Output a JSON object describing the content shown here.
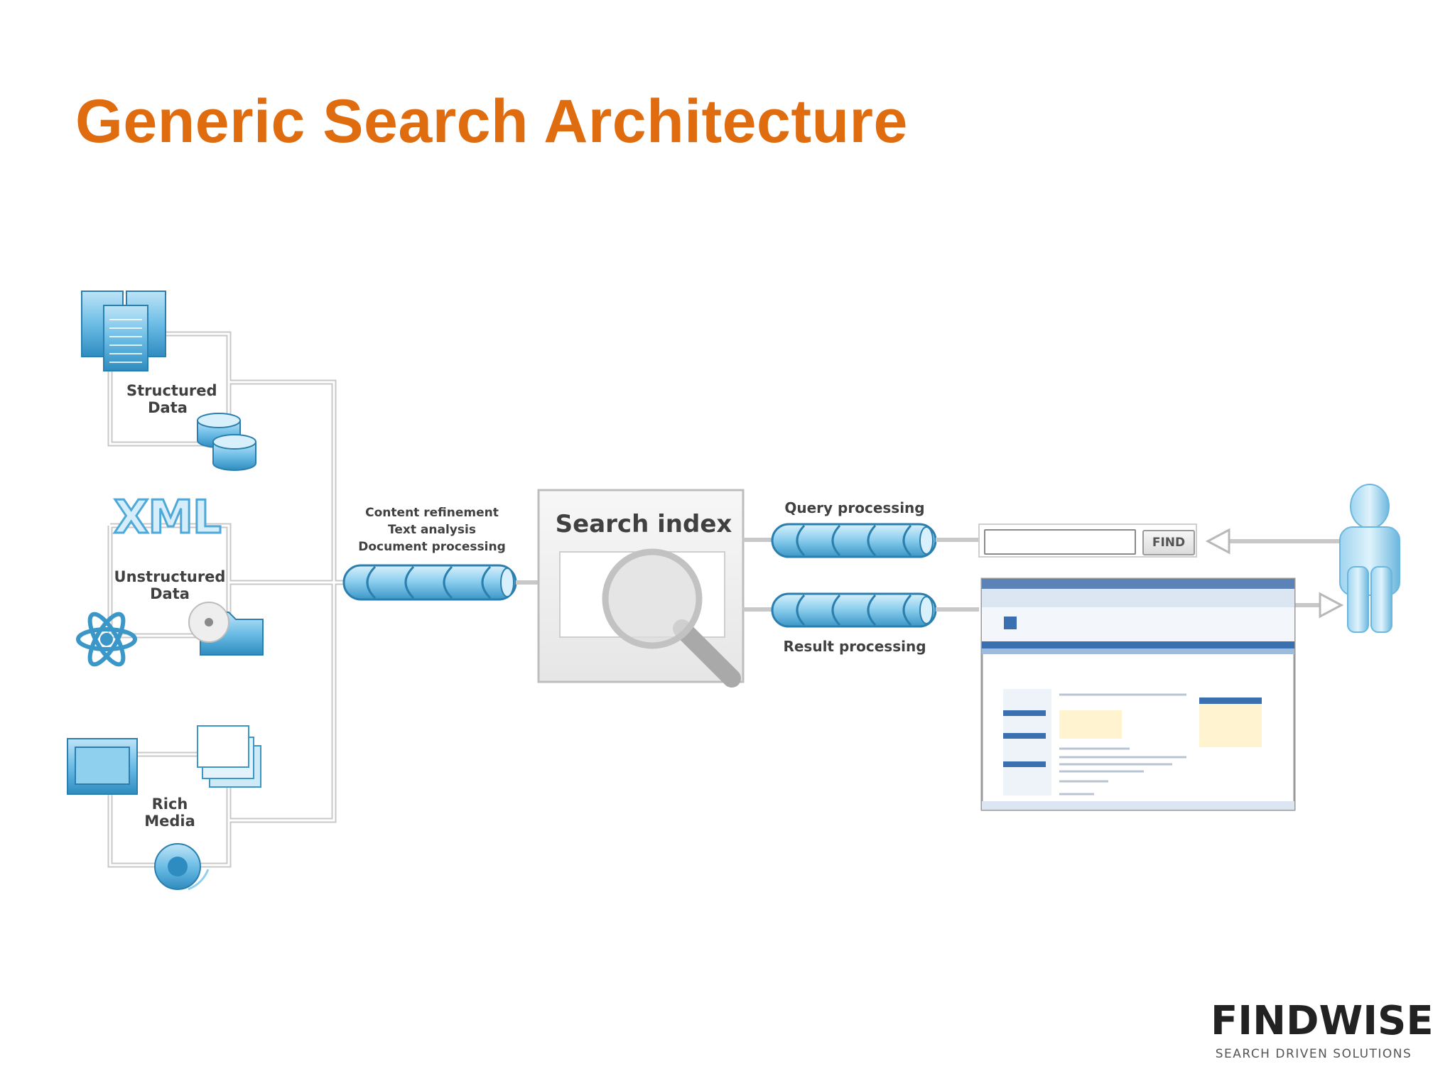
{
  "slide": {
    "title": "Generic Search Architecture"
  },
  "sources": {
    "structured": [
      "Structured",
      "Data"
    ],
    "xml_logo": "XML",
    "unstructured": [
      "Unstructured",
      "Data"
    ],
    "rich_media": [
      "Rich",
      "Media"
    ]
  },
  "content_processing": {
    "lines": [
      "Content refinement",
      "Text analysis",
      "Document processing"
    ]
  },
  "search_index": {
    "title": "Search index"
  },
  "query_processing": {
    "label": "Query processing"
  },
  "result_processing": {
    "label": "Result processing"
  },
  "search_box": {
    "value": "",
    "find_label": "FIND"
  },
  "branding": {
    "name": "FINDWISE",
    "tagline": "SEARCH DRIVEN SOLUTIONS"
  },
  "colors": {
    "title": "#e06c10",
    "icon_blue": "#4ea9d9",
    "icon_dark": "#2a7fae",
    "connector": "#c8c8c8",
    "text": "#404040"
  }
}
